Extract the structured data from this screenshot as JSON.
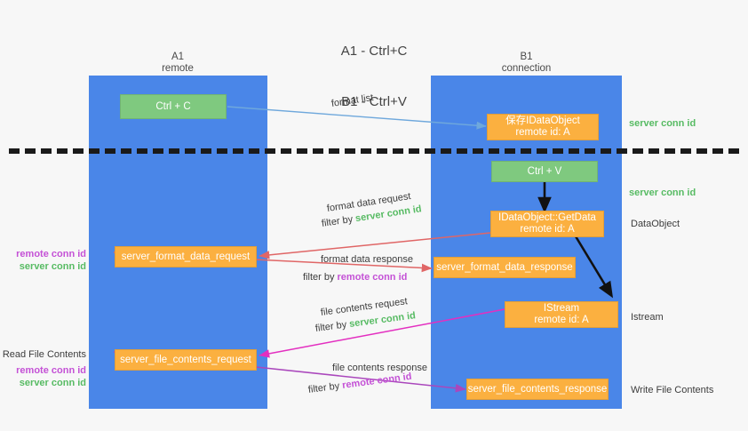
{
  "diagram": {
    "title_line1": "A1 - Ctrl+C",
    "title_line2": "B1 - Ctrl+V",
    "background": "#f7f7f7",
    "lane_color": "#4a86e8",
    "green_color": "#7fc97f",
    "orange_color": "#fbb040",
    "server_conn_color": "#57bb63",
    "remote_conn_color": "#c451d6",
    "separator_color": "#1a1a1a"
  },
  "lanes": [
    {
      "id": "a1",
      "title": "A1",
      "subtitle": "remote"
    },
    {
      "id": "b1",
      "title": "B1",
      "subtitle": "connection"
    }
  ],
  "nodes": {
    "ctrl_c": {
      "label": "Ctrl + C",
      "kind": "green"
    },
    "ctrl_v": {
      "label": "Ctrl + V",
      "kind": "green"
    },
    "save_idataobject": {
      "line1": "保存IDataObject",
      "line2": "remote id: A",
      "kind": "orange"
    },
    "idataobject_getdata": {
      "line1": "IDataObject::GetData",
      "line2": "remote id: A",
      "kind": "orange"
    },
    "istream": {
      "line1": "IStream",
      "line2": "remote id: A",
      "kind": "orange"
    },
    "server_format_data_request": {
      "label": "server_format_data_request",
      "kind": "orange"
    },
    "server_format_data_response": {
      "label": "server_format_data_response",
      "kind": "orange"
    },
    "server_file_contents_request": {
      "label": "server_file_contents_request",
      "kind": "orange"
    },
    "server_file_contents_response": {
      "label": "server_file_contents_response",
      "kind": "orange"
    }
  },
  "edge_labels": {
    "format_list": "format list",
    "format_data_request": "format data request",
    "format_data_response": "format data response",
    "file_contents_request": "file contents request",
    "file_contents_response": "file contents response",
    "filter_by": "filter by ",
    "server_conn_id": "server conn id",
    "remote_conn_id": "remote conn id"
  },
  "side_notes": {
    "server_conn_id_top": "server conn id",
    "server_conn_id_mid": "server conn id",
    "dataobject": "DataObject",
    "istream": "Istream",
    "write_file_contents": "Write File Contents",
    "read_file_contents": "Read File Contents",
    "left_remote_conn_id_1": "remote conn id",
    "left_server_conn_id_1": "server conn id",
    "left_remote_conn_id_2": "remote conn id",
    "left_server_conn_id_2": "server conn id"
  }
}
